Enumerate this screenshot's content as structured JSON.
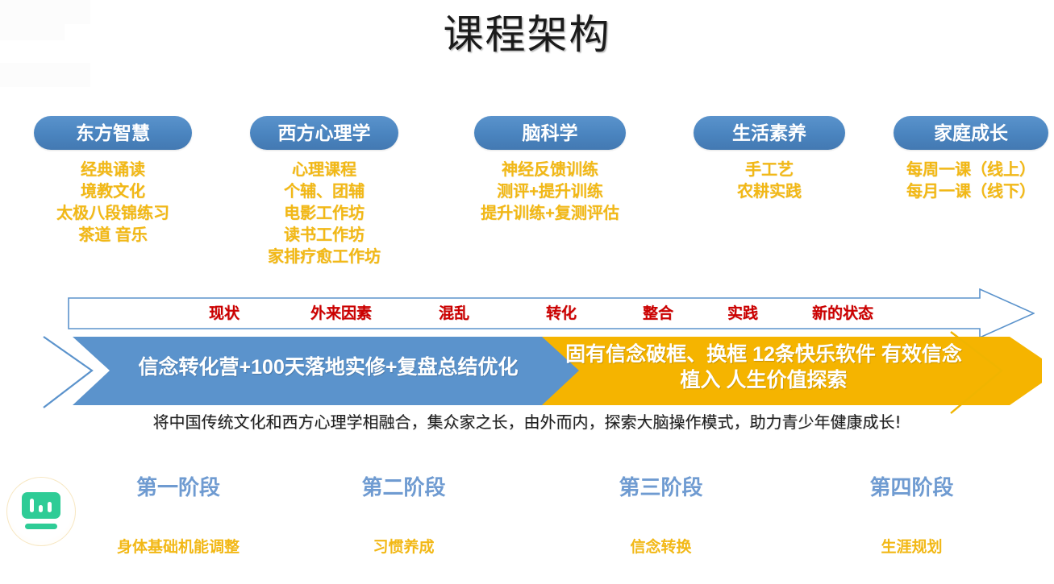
{
  "page": {
    "title": "课程架构",
    "caption": "将中国传统文化和西方心理学相融合，集众家之长，由外而内，探索大脑操作模式，助力青少年健康成长!"
  },
  "pillars": [
    {
      "title": "东方智慧",
      "items": [
        "经典诵读",
        "境教文化",
        "太极八段锦练习",
        "茶道 音乐"
      ]
    },
    {
      "title": "西方心理学",
      "items": [
        "心理课程",
        "个辅、团辅",
        "电影工作坊",
        "读书工作坊",
        "家排疗愈工作坊"
      ]
    },
    {
      "title": "脑科学",
      "items": [
        "神经反馈训练",
        "测评+提升训练",
        "提升训练+复测评估"
      ]
    },
    {
      "title": "生活素养",
      "items": [
        "手工艺",
        "农耕实践"
      ]
    },
    {
      "title": "家庭成长",
      "items": [
        "每周一课（线上）",
        "每月一课（线下）"
      ]
    }
  ],
  "process_arrow": {
    "steps": [
      "现状",
      "外来因素",
      "混乱",
      "转化",
      "整合",
      "实践",
      "新的状态"
    ]
  },
  "chevrons": [
    {
      "label": "信念转化营+100天落地实修+复盘总结优化",
      "color": "#5b93cc"
    },
    {
      "label": "固有信念破框、换框 12条快乐软件 有效信念植入 人生价值探索",
      "color": "#f5b400"
    }
  ],
  "stages": [
    {
      "title": "第一阶段",
      "desc": "身体基础机能调整"
    },
    {
      "title": "第二阶段",
      "desc": "习惯养成"
    },
    {
      "title": "第三阶段",
      "desc": "信念转换"
    },
    {
      "title": "第四阶段",
      "desc": "生涯规划"
    }
  ],
  "logo": {
    "icon": "monitor-chart-icon",
    "color": "#2ecc96"
  },
  "colors": {
    "pill_blue": "#4a84bf",
    "item_orange": "#f2b816",
    "step_red": "#cc0000",
    "chevron_blue": "#5b93cc",
    "chevron_orange": "#f5b400",
    "stage_blue": "#6f9bd1"
  }
}
